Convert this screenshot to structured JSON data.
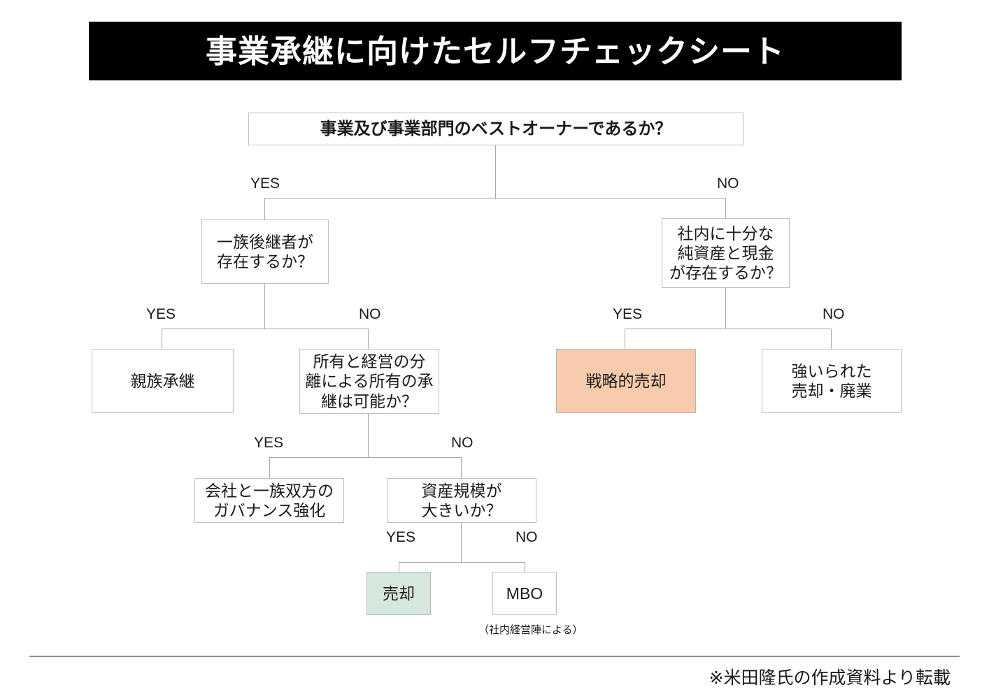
{
  "slide": {
    "title": "事業承継に向けたセルフチェックシート",
    "footer_note": "※米田隆氏の作成資料より転載"
  },
  "colors": {
    "banner_bg": "#000000",
    "banner_text": "#ffffff",
    "box_border": "#bfbfbf",
    "connector": "#a6a6a6",
    "highlight_peach": "#f8cbad",
    "highlight_green": "#d6e7dd",
    "footer_rule": "#8c8c8c"
  },
  "flowchart": {
    "root": {
      "id": "best-owner",
      "text": "事業及び事業部門のベストオーナーであるか？",
      "type": "question"
    },
    "nodes": [
      {
        "id": "family-successor",
        "text": "一族後継者が\n存在するか？",
        "type": "question"
      },
      {
        "id": "internal-capital",
        "text": "社内に十分な\n純資産と現金\nが存在するか？",
        "type": "question"
      },
      {
        "id": "family-succession",
        "text": "親族承継",
        "type": "outcome"
      },
      {
        "id": "ownership-split",
        "text": "所有と経営の分\n離による所有の承\n継は可能か？",
        "type": "question"
      },
      {
        "id": "strategic-sale",
        "text": "戦略的売却",
        "type": "outcome-highlight-peach"
      },
      {
        "id": "forced-sale",
        "text": "強いられた\n売却・廃業",
        "type": "outcome"
      },
      {
        "id": "governance",
        "text": "会社と一族双方の\nガバナンス強化",
        "type": "outcome"
      },
      {
        "id": "asset-scale",
        "text": "資産規模が\n大きいか？",
        "type": "question"
      },
      {
        "id": "sale",
        "text": "売却",
        "type": "outcome-highlight-green"
      },
      {
        "id": "mbo",
        "text": "MBO",
        "type": "outcome"
      }
    ],
    "mbo_caption": "（社内経営陣による）",
    "edge_labels": {
      "root_yes": "YES",
      "root_no": "NO",
      "family_yes": "YES",
      "family_no": "NO",
      "capital_yes": "YES",
      "capital_no": "NO",
      "ownership_yes": "YES",
      "ownership_no": "NO",
      "asset_yes": "YES",
      "asset_no": "NO"
    }
  }
}
